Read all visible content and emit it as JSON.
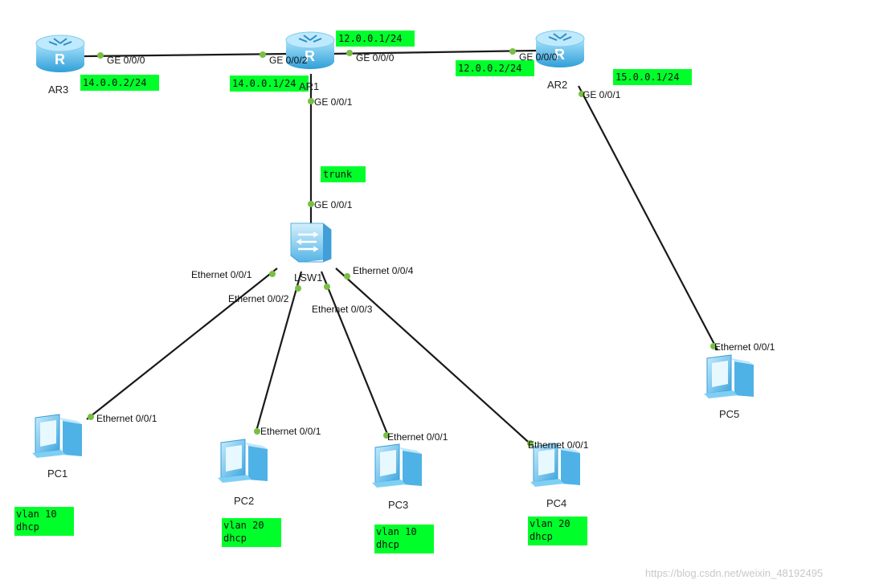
{
  "colors": {
    "note_bg": "#00ff2a",
    "port_dot": "#77c043",
    "link": "#1a1a1a",
    "router": "#4cb8e8",
    "switch": "#7ecbf0",
    "pc": "#5bbcf0"
  },
  "devices": {
    "ar1": "AR1",
    "ar2": "AR2",
    "ar3": "AR3",
    "lsw1": "LSW1",
    "pc1": "PC1",
    "pc2": "PC2",
    "pc3": "PC3",
    "pc4": "PC4",
    "pc5": "PC5"
  },
  "ports": {
    "ar3_ge000": "GE 0/0/0",
    "ar1_ge002": "GE 0/0/2",
    "ar1_ge000": "GE 0/0/0",
    "ar1_ge001": "GE 0/0/1",
    "ar2_ge000": "GE 0/0/0",
    "ar2_ge001": "GE 0/0/1",
    "lsw1_ge001": "GE 0/0/1",
    "lsw1_eth1": "Ethernet 0/0/1",
    "lsw1_eth2": "Ethernet 0/0/2",
    "lsw1_eth3": "Ethernet 0/0/3",
    "lsw1_eth4": "Ethernet 0/0/4",
    "pc1_eth": "Ethernet 0/0/1",
    "pc2_eth": "Ethernet 0/0/1",
    "pc3_eth": "Ethernet 0/0/1",
    "pc4_eth": "Ethernet 0/0/1",
    "pc5_eth": "Ethernet 0/0/1"
  },
  "notes": {
    "ar3_ip": "14.0.0.2/24",
    "ar1_ip14": "14.0.0.1/24",
    "ar1_ip12": "12.0.0.1/24",
    "ar2_ip12": "12.0.0.2/24",
    "ar2_ip15": "15.0.0.1/24",
    "trunk": "trunk",
    "pc1": [
      "vlan 10",
      "dhcp"
    ],
    "pc2": [
      "vlan 20",
      "dhcp"
    ],
    "pc3": [
      "vlan 10",
      "dhcp"
    ],
    "pc4": [
      "vlan 20",
      "dhcp"
    ]
  },
  "watermark": "https://blog.csdn.net/weixin_48192495"
}
